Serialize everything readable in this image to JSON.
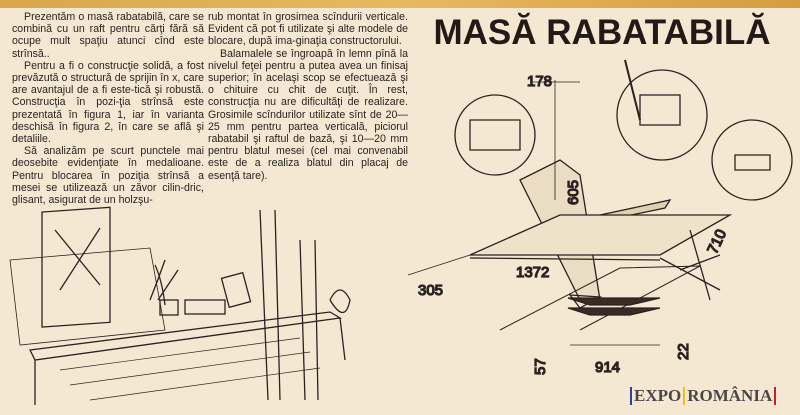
{
  "title": "MASĂ RABATABILĂ",
  "column1": {
    "paragraphs": [
      "Prezentăm o masă rabatabilă, care se combină cu un raft pentru cărţi fără să ocupe mult spaţiu atunci cînd este strînsă..",
      "Pentru a fi o construcţie solidă, a fost prevăzută o structură de sprijin în x, care are avantajul de a fi este-tică şi robustă. Construcţia în pozi-ţia strînsă este prezentată în figura 1, iar în varianta deschisă în figura 2, în care se află şi detaliile.",
      "Să analizăm pe scurt punctele mai deosebite evidenţiate în medalioane. Pentru blocarea în poziţia strînsă a mesei se utilizează un zăvor cilin-dric, glisant, asigurat de un holzşu-"
    ]
  },
  "column2": {
    "paragraphs": [
      "rub montat în grosimea scîndurii verticale. Evident că pot fi utilizate şi alte modele de blocare, după ima-ginaţia constructorului.",
      "Balamalele se îngroapă în lemn pînă la nivelul feţei pentru a putea avea un finisaj superior; în acelaşi scop se efectuează şi o chituire cu chit de cuţit. În rest, construcţia nu are dificultăţi de realizare. Grosimile scîndurilor utilizate sînt de 20—25 mm pentru partea verticală, piciorul rabatabil şi raftul de bază, şi 10—20 mm pentru blatul mesei (cel mai convenabil este de a realiza blatul din placaj de esenţă tare)."
    ]
  },
  "dimensions": {
    "d178": "178",
    "d605": "605",
    "d710": "710",
    "d1372": "1372",
    "d305": "305",
    "d914": "914",
    "d22": "22",
    "d57": "57"
  },
  "watermark": {
    "part1": "EXPO",
    "part2": "ROMÂNIA",
    "colors": [
      "#2b3fa8",
      "#e8c020",
      "#c8202a"
    ]
  }
}
